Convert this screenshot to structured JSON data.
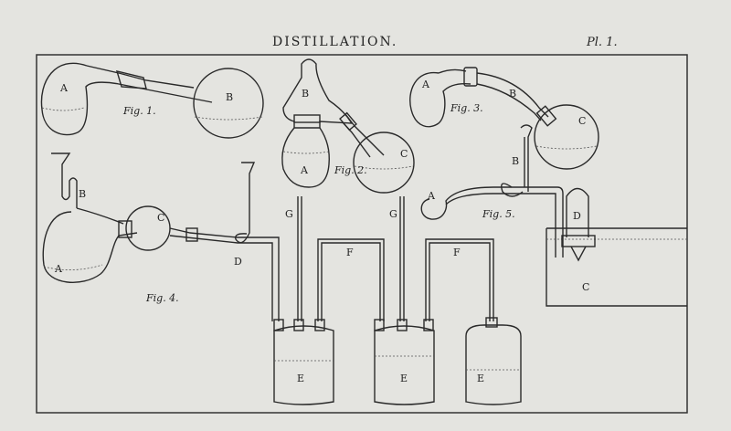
{
  "title": "DISTILLATION.",
  "plate": "Pl. 1.",
  "fig1": {
    "caption": "Fig. 1.",
    "labels": [
      "A",
      "B"
    ]
  },
  "fig2": {
    "caption": "Fig. 2.",
    "labels": [
      "B",
      "A",
      "C"
    ]
  },
  "fig3": {
    "caption": "Fig. 3.",
    "labels": [
      "A",
      "B",
      "C"
    ]
  },
  "fig4": {
    "caption": "Fig. 4.",
    "labels": [
      "B",
      "C",
      "A",
      "D",
      "G",
      "F",
      "E",
      "G",
      "F",
      "E",
      "E"
    ]
  },
  "fig5": {
    "caption": "Fig. 5.",
    "labels": [
      "B",
      "A",
      "D",
      "C"
    ]
  }
}
